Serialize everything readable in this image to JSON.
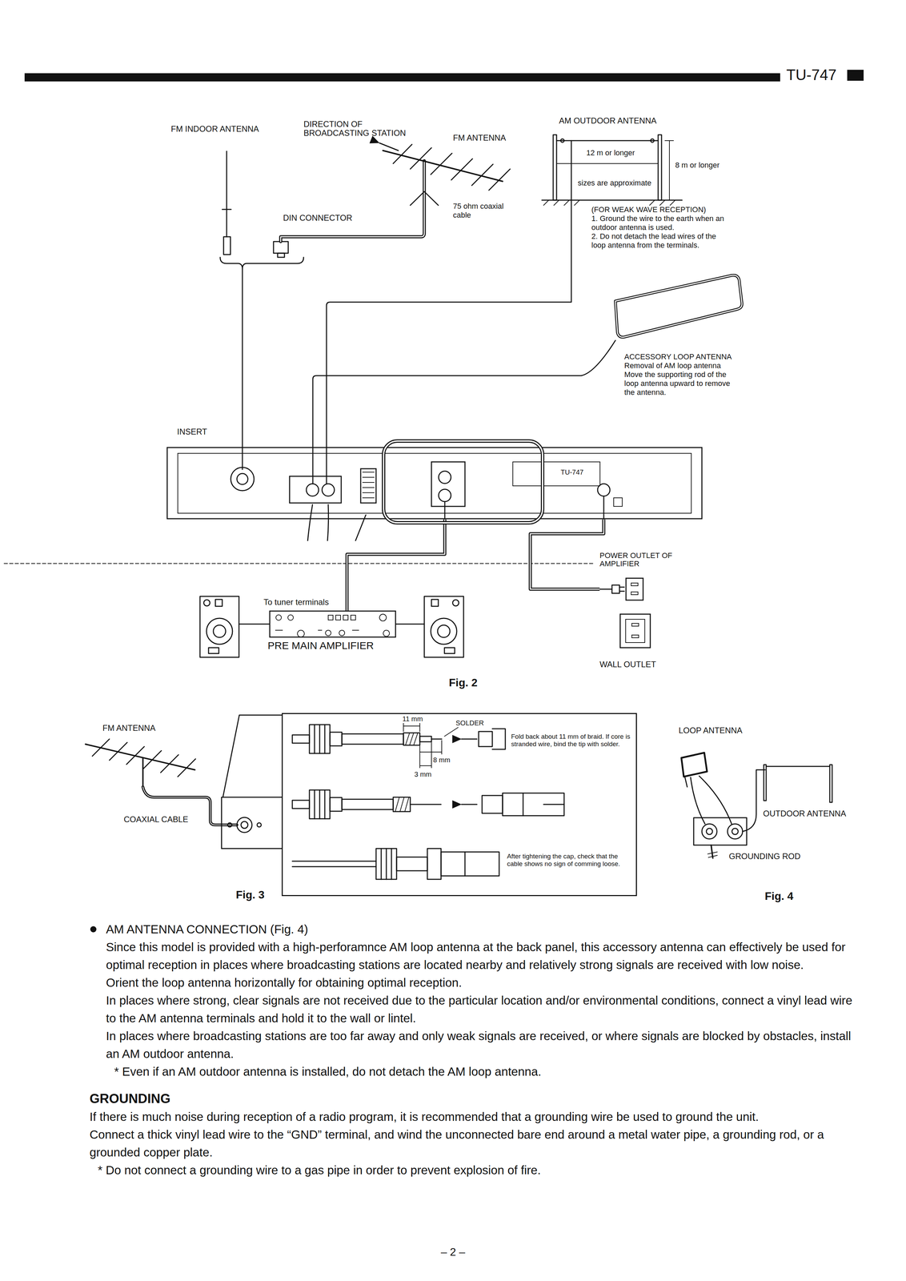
{
  "diagram": {
    "nodes": [
      {
        "text": [
          "TU-747"
        ]
      },
      {
        "text": [
          "PRE MAIN AMPLIFIER"
        ]
      },
      {
        "text": [
          "POWER OUTLET OF AMPLIFIER"
        ]
      },
      {
        "text": [
          "WALL OUTLET"
        ]
      },
      {
        "text": [
          "11 mm",
          "SOLDER",
          "8 mm",
          "3 mm",
          "Fold back about 11 mm of braid. If core is stranded wire, bind the tip with solder.",
          "After tightening the cap, check that the cable shows no sign of comming loose."
        ]
      }
    ],
    "edges": [
      {
        "from": 0,
        "to": 1,
        "arrow": "none"
      },
      {
        "from": 0,
        "to": 2,
        "arrow": "none"
      }
    ],
    "labels": [
      "TU-747",
      "FM INDOOR ANTENNA",
      "DIRECTION OF BROADCASTING STATION",
      "FM ANTENNA",
      "DIN CONNECTOR",
      "75 ohm coaxial cable",
      "AM OUTDOOR ANTENNA",
      "12 m or longer",
      "8 m or longer",
      "sizes are approximate",
      "(FOR WEAK WAVE RECEPTION)",
      "1. Ground the wire to the earth when an outdoor antenna is used.",
      "2. Do not detach the lead wires of the loop antenna from the terminals.",
      "ACCESSORY LOOP ANTENNA",
      "Removal of AM loop antenna",
      "Move the supporting rod of the loop antenna upward to remove the antenna.",
      "INSERT",
      "To tuner terminals",
      "Fig. 2",
      "FM ANTENNA",
      "COAXIAL CABLE",
      "Fig. 3",
      "LOOP ANTENNA",
      "OUTDOOR ANTENNA",
      "GROUNDING ROD",
      "Fig. 4",
      "AM ANTENNA CONNECTION (Fig. 4)",
      "Since this model is provided with a high-perforamnce AM loop antenna at the back panel, this accessory antenna can effectively be used for optimal reception in places where broadcasting stations are located nearby and relatively strong signals are received with low noise.",
      "Orient the loop antenna horizontally for obtaining optimal reception.",
      "In places where strong, clear signals are not received due to the particular location and/or environmental conditions, connect a vinyl lead wire to the AM antenna terminals and hold it to the wall or lintel.",
      "In places where broadcasting stations are too far away and only weak signals are received, or where signals are blocked by obstacles, install an AM outdoor antenna.",
      "* Even if an AM outdoor antenna is installed, do not detach the AM loop antenna.",
      "GROUNDING",
      "If there is much noise during reception of a radio program, it is recommended that a grounding wire be used to ground the unit.",
      "Connect a thick vinyl lead wire to the “GND” terminal, and wind the unconnected bare end around a metal water pipe, a grounding rod, or a grounded copper plate.",
      "* Do not connect a grounding wire to a gas pipe in order to prevent explosion of fire.",
      "– 2 –"
    ]
  }
}
